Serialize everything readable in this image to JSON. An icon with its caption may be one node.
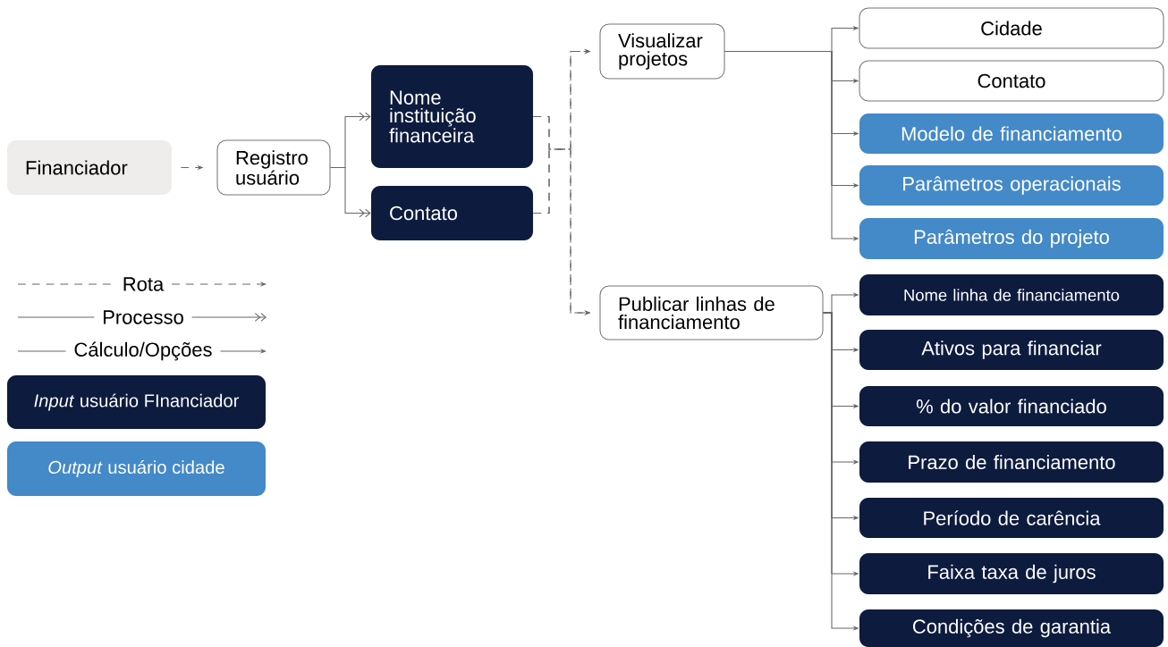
{
  "diagram": {
    "nodes": [
      {
        "text": [
          "Financiador"
        ]
      },
      {
        "text": [
          "Registro usuário"
        ]
      },
      {
        "text": [
          "Nome instituição financeira"
        ]
      },
      {
        "text": [
          "Contato"
        ]
      },
      {
        "text": [
          "Visualizar projetos"
        ]
      },
      {
        "text": [
          "Publicar linhas de financiamento"
        ]
      },
      {
        "text": [
          "Cidade"
        ]
      },
      {
        "text": [
          "Contato"
        ]
      },
      {
        "text": [
          "Modelo de financiamento"
        ]
      },
      {
        "text": [
          "Parâmetros operacionais"
        ]
      },
      {
        "text": [
          "Parâmetros do projeto"
        ]
      },
      {
        "text": [
          "Nome linha de financiamento"
        ]
      },
      {
        "text": [
          "Ativos para financiar"
        ]
      },
      {
        "text": [
          "% do valor financiado"
        ]
      },
      {
        "text": [
          "Prazo de financiamento"
        ]
      },
      {
        "text": [
          "Período de carência"
        ]
      },
      {
        "text": [
          "Faixa taxa de juros"
        ]
      },
      {
        "text": [
          "Condições de garantia"
        ]
      }
    ],
    "edges": [
      {
        "from": 0,
        "to": 1,
        "arrow": "to",
        "style": "dashed"
      },
      {
        "from": 1,
        "to": 2,
        "arrow": "to"
      },
      {
        "from": 1,
        "to": 3,
        "arrow": "to"
      },
      {
        "from": 2,
        "to": 4,
        "arrow": "to",
        "style": "dashed"
      },
      {
        "from": 2,
        "to": 5,
        "arrow": "to",
        "style": "dashed"
      },
      {
        "from": 3,
        "to": 4,
        "arrow": "to",
        "style": "dashed"
      },
      {
        "from": 3,
        "to": 5,
        "arrow": "to",
        "style": "dashed"
      },
      {
        "from": 4,
        "to": 6,
        "arrow": "to"
      },
      {
        "from": 4,
        "to": 7,
        "arrow": "to"
      },
      {
        "from": 4,
        "to": 8,
        "arrow": "to"
      },
      {
        "from": 4,
        "to": 9,
        "arrow": "to"
      },
      {
        "from": 4,
        "to": 10,
        "arrow": "to"
      },
      {
        "from": 5,
        "to": 11,
        "arrow": "to"
      },
      {
        "from": 5,
        "to": 12,
        "arrow": "to"
      },
      {
        "from": 5,
        "to": 13,
        "arrow": "to"
      },
      {
        "from": 5,
        "to": 14,
        "arrow": "to"
      },
      {
        "from": 5,
        "to": 15,
        "arrow": "to"
      },
      {
        "from": 5,
        "to": 16,
        "arrow": "to"
      },
      {
        "from": 5,
        "to": 17,
        "arrow": "to"
      }
    ],
    "legend": [
      {
        "text": "Rota"
      },
      {
        "text": "Processo"
      },
      {
        "text": "Cálculo/Opções"
      },
      {
        "text": "*Input* usuário FInanciador",
        "color": "#0d1b3e"
      },
      {
        "text": "*Output* usuário cidade",
        "color": "#4489c8"
      }
    ]
  }
}
